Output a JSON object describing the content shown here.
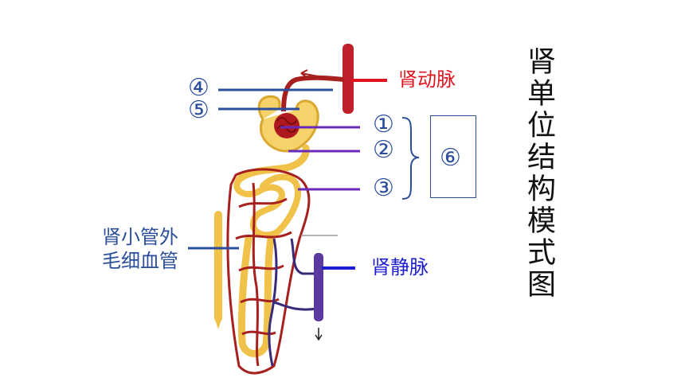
{
  "labels": {
    "renal_artery": "肾动脉",
    "renal_vein": "肾静脉",
    "capillary_line1": "肾小管外",
    "capillary_line2": "毛细血管"
  },
  "markers": {
    "n4": "④",
    "n5": "⑤",
    "n1": "①",
    "n2": "②",
    "n3": "③",
    "n6": "⑥"
  },
  "title": "肾单位结构模式图",
  "colors": {
    "artery": "#e0141e",
    "vein": "#1c1cd0",
    "leader": "#2a4d9c",
    "tubule": "#f0c24a",
    "capillary": "#a8201e",
    "venous": "#3a2a7a"
  }
}
